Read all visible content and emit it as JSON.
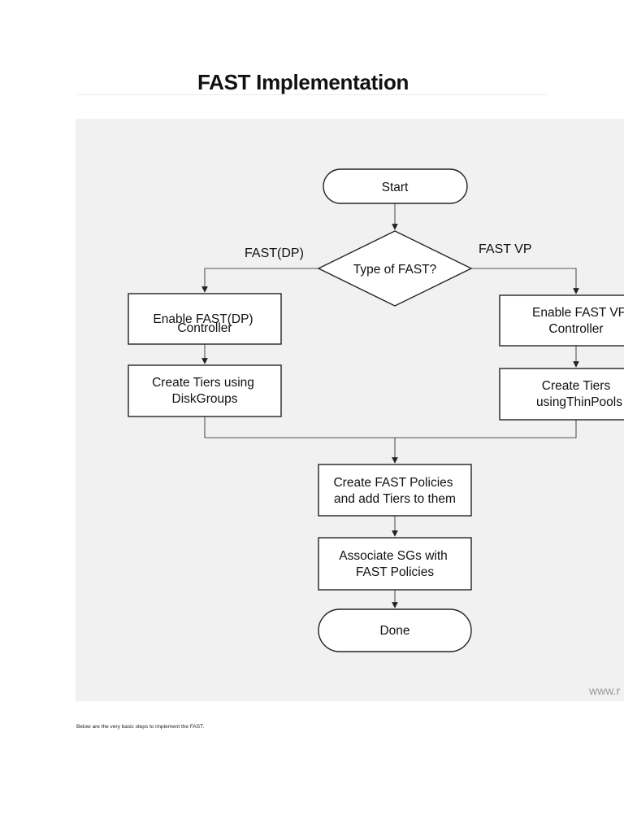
{
  "document": {
    "title": "FAST Implementation",
    "caption": "Below are the very basic steps to implement the FAST."
  },
  "flowchart": {
    "start": "Start",
    "decision": "Type of FAST?",
    "branch_left": "FAST(DP)",
    "branch_right": "FAST VP",
    "left_step1": [
      "Enable FAST(DP)",
      "Controller"
    ],
    "left_step2": [
      "Create Tiers using",
      "DiskGroups"
    ],
    "right_step1": [
      "Enable FAST VP",
      "Controller"
    ],
    "right_step2": [
      "Create Tiers",
      "usingThinPools"
    ],
    "merge_step1": [
      "Create FAST Policies",
      "and add Tiers to them"
    ],
    "merge_step2": [
      "Associate SGs with",
      "FAST Policies"
    ],
    "end": "Done",
    "watermark": "www.r"
  },
  "colors": {
    "figure_background": "#f1f1f1",
    "stroke": "#222222",
    "connector": "#555555",
    "watermark": "#9a9a9a"
  }
}
